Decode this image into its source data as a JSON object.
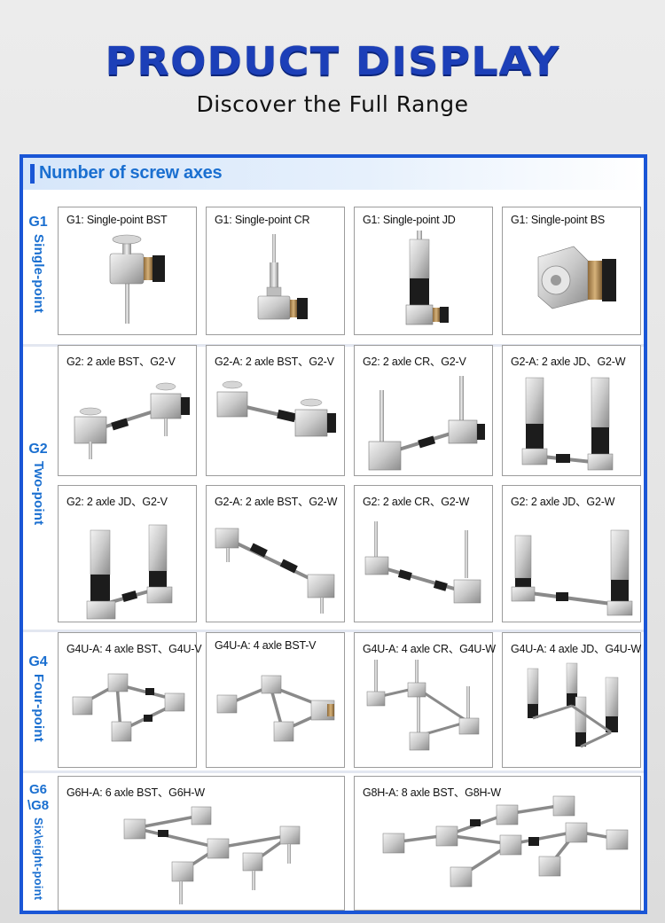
{
  "header": {
    "title": "PRODUCT DISPLAY",
    "subtitle": "Discover the Full Range"
  },
  "panel": {
    "title": "Number of screw axes",
    "accent_color": "#1a56d6",
    "label_color": "#1a6fd0"
  },
  "groups": [
    {
      "code": "G1",
      "name": "Single-point"
    },
    {
      "code": "G2",
      "name": "Two-point"
    },
    {
      "code": "G4",
      "name": "Four-point"
    },
    {
      "code": "G6\\G8",
      "name": "Six\\eight-point"
    }
  ],
  "products": [
    {
      "caption": "G1: Single-point BST",
      "icon": "single-point-bst-icon"
    },
    {
      "caption": "G1: Single-point CR",
      "icon": "single-point-cr-icon"
    },
    {
      "caption": "G1: Single-point JD",
      "icon": "single-point-jd-icon"
    },
    {
      "caption": "G1: Single-point BS",
      "icon": "single-point-bs-icon"
    },
    {
      "caption": "G2: 2 axle BST、G2-V",
      "icon": "two-axle-bst-icon"
    },
    {
      "caption": "G2-A: 2 axle BST、G2-V",
      "icon": "two-axle-bst-icon"
    },
    {
      "caption": "G2: 2 axle CR、G2-V",
      "icon": "two-axle-cr-icon"
    },
    {
      "caption": "G2-A: 2 axle JD、G2-W",
      "icon": "two-axle-jd-icon"
    },
    {
      "caption": "G2: 2 axle JD、G2-V",
      "icon": "two-axle-jd-icon"
    },
    {
      "caption": "G2-A: 2 axle BST、G2-W",
      "icon": "two-axle-bst-icon"
    },
    {
      "caption": "G2: 2 axle CR、G2-W",
      "icon": "two-axle-cr-icon"
    },
    {
      "caption": "G2: 2 axle JD、G2-W",
      "icon": "two-axle-jd-icon"
    },
    {
      "caption": "G4U-A: 4 axle BST、G4U-V",
      "icon": "four-axle-bst-icon"
    },
    {
      "caption": "G4U-A: 4 axle BST-V",
      "icon": "four-axle-bst-icon"
    },
    {
      "caption": "G4U-A: 4 axle CR、G4U-W",
      "icon": "four-axle-cr-icon"
    },
    {
      "caption": "G4U-A: 4 axle JD、G4U-W",
      "icon": "four-axle-jd-icon"
    },
    {
      "caption": "G6H-A: 6 axle BST、G6H-W",
      "icon": "six-axle-bst-icon"
    },
    {
      "caption": "G8H-A: 8 axle BST、G8H-W",
      "icon": "eight-axle-bst-icon"
    }
  ]
}
